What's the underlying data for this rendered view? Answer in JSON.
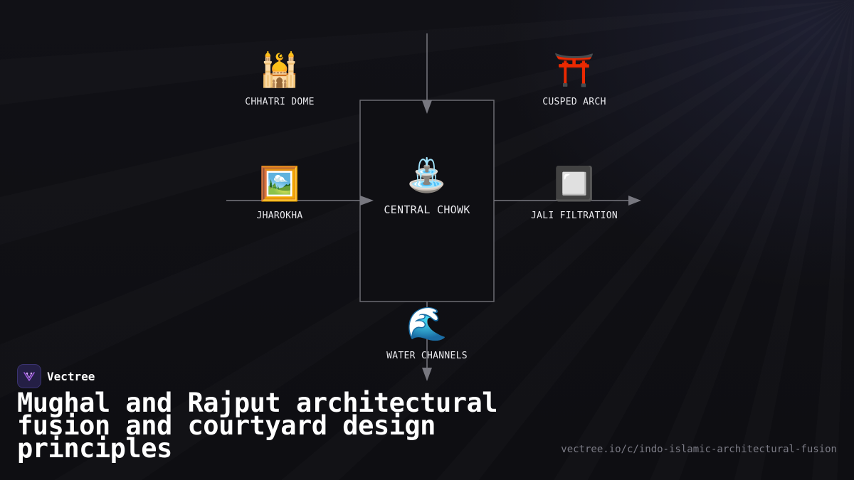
{
  "diagram": {
    "nodes": {
      "center": {
        "label": "CENTRAL CHOWK",
        "icon": "⛲",
        "icon_name": "fountain-icon"
      },
      "top_left": {
        "label": "CHHATRI DOME",
        "icon": "🕌",
        "icon_name": "mosque-icon"
      },
      "top_right": {
        "label": "CUSPED ARCH",
        "icon": "⛩️",
        "icon_name": "shrine-gate-icon"
      },
      "left": {
        "label": "JHAROKHA",
        "icon": "🖼️",
        "icon_name": "framed-picture-icon"
      },
      "right": {
        "label": "JALI FILTRATION",
        "icon": "🔲",
        "icon_name": "square-button-icon"
      },
      "bottom": {
        "label": "WATER CHANNELS",
        "icon": "🌊",
        "icon_name": "water-wave-icon"
      }
    },
    "colors": {
      "line": "#77777f",
      "box_border": "#6b6b72",
      "background": "#0f0f13"
    }
  },
  "brand": {
    "name": "Vectree",
    "logo_color": "#241f45",
    "accent": "#a05be0"
  },
  "title": "Mughal and Rajput architectural fusion and courtyard design principles",
  "url": "vectree.io/c/indo-islamic-architectural-fusion"
}
